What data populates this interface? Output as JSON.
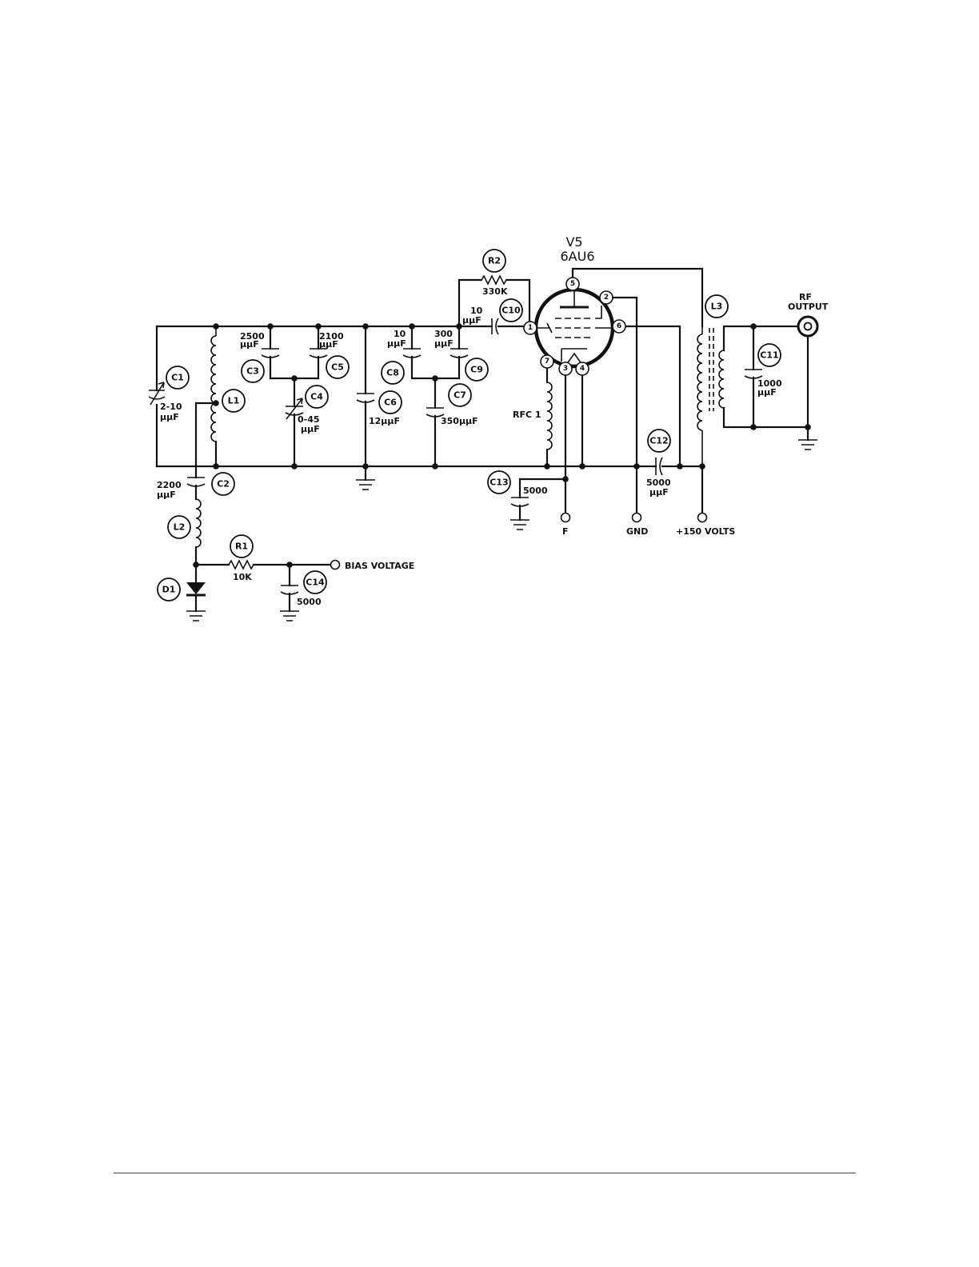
{
  "tube": {
    "designator": "V5",
    "type": "6AU6",
    "pins": [
      "1",
      "2",
      "3",
      "4",
      "5",
      "6",
      "7"
    ]
  },
  "components": {
    "C1": {
      "label": "C1",
      "value": [
        "2-10",
        "µµF"
      ]
    },
    "C2": {
      "label": "C2",
      "value": [
        "2200",
        "µµF"
      ]
    },
    "C3": {
      "label": "C3",
      "value": [
        "2500",
        "µµF"
      ]
    },
    "C4": {
      "label": "C4",
      "value": [
        "0-45",
        "µµF"
      ]
    },
    "C5": {
      "label": "C5",
      "value": [
        "2100",
        "µµF"
      ]
    },
    "C6": {
      "label": "C6",
      "value": [
        "12µµF"
      ]
    },
    "C7": {
      "label": "C7",
      "value": [
        "350µµF"
      ]
    },
    "C8": {
      "label": "C8",
      "value": [
        "10",
        "µµF"
      ]
    },
    "C9": {
      "label": "C9",
      "value": [
        "300",
        "µµF"
      ]
    },
    "C10": {
      "label": "C10",
      "value": [
        "10",
        "µµF"
      ]
    },
    "C11": {
      "label": "C11",
      "value": [
        "1000",
        "µµF"
      ]
    },
    "C12": {
      "label": "C12",
      "value": [
        "5000",
        "µµF"
      ]
    },
    "C13": {
      "label": "C13",
      "value": [
        "5000"
      ]
    },
    "C14": {
      "label": "C14",
      "value": [
        "5000"
      ]
    },
    "R1": {
      "label": "R1",
      "value": [
        "10K"
      ]
    },
    "R2": {
      "label": "R2",
      "value": [
        "330K"
      ]
    },
    "L1": {
      "label": "L1"
    },
    "L2": {
      "label": "L2"
    },
    "L3": {
      "label": "L3"
    },
    "D1": {
      "label": "D1"
    },
    "RFC1": {
      "label": "RFC 1"
    }
  },
  "terminals": {
    "bias": "BIAS   VOLTAGE",
    "f": "F",
    "gnd": "GND",
    "b_plus": "+150  VOLTS",
    "rf_output": [
      "RF",
      "OUTPUT"
    ]
  }
}
